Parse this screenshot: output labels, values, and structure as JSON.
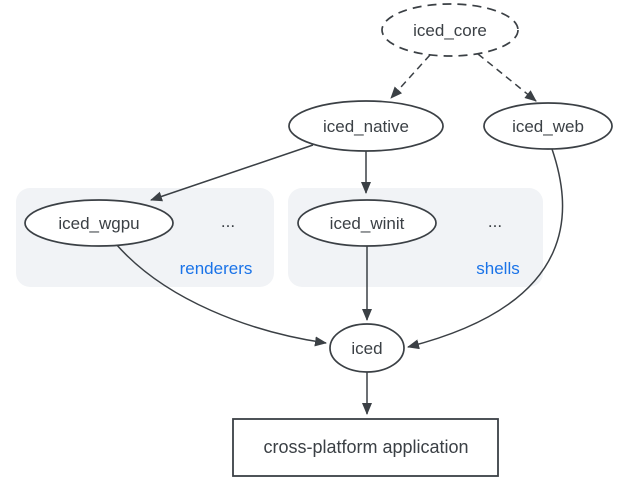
{
  "diagram": {
    "nodes": {
      "iced_core": {
        "label": "iced_core"
      },
      "iced_native": {
        "label": "iced_native"
      },
      "iced_web": {
        "label": "iced_web"
      },
      "iced_wgpu": {
        "label": "iced_wgpu"
      },
      "iced_winit": {
        "label": "iced_winit"
      },
      "iced": {
        "label": "iced"
      },
      "application": {
        "label": "cross-platform application"
      }
    },
    "groups": {
      "renderers": {
        "label": "renderers",
        "more": "..."
      },
      "shells": {
        "label": "shells",
        "more": "..."
      }
    },
    "colors": {
      "line": "#3b4045",
      "text": "#3b4045",
      "group_fill": "#f1f3f6",
      "group_label_blue": "#1a73e8",
      "background": "#ffffff"
    }
  }
}
